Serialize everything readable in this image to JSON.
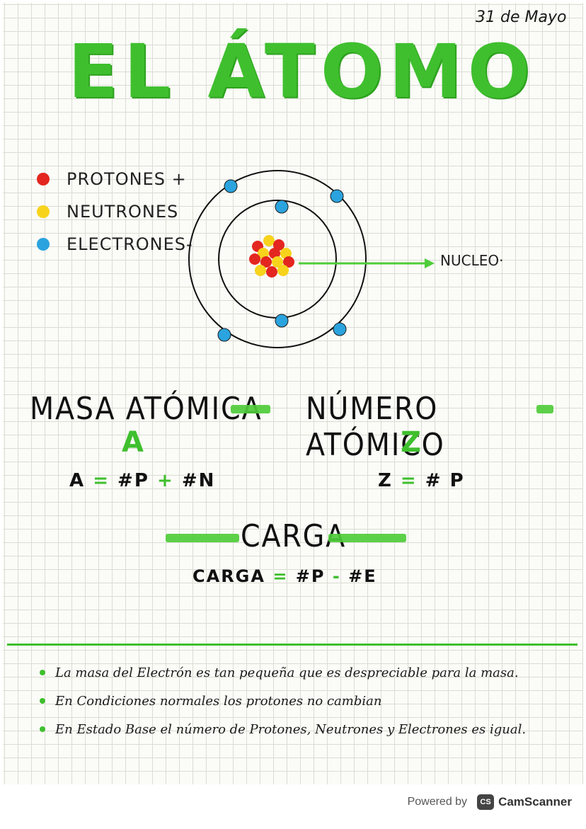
{
  "date": "31 de Mayo",
  "title": "EL ÁTOMO",
  "legend": [
    {
      "label": "PROTONES +",
      "color": "#e3261f"
    },
    {
      "label": "NEUTRONES",
      "color": "#f7d31c"
    },
    {
      "label": "ELECTRONES-",
      "color": "#2aa3de"
    }
  ],
  "nucleus_label": "NUCLEO·",
  "masa": {
    "heading": "MASA ATÓMICA",
    "symbol": "A",
    "lhs": "A",
    "eq": "=",
    "p": "#P",
    "plus": "+",
    "n": "#N"
  },
  "numero": {
    "heading": "NÚMERO ATÓMICO",
    "symbol": "Z",
    "lhs": "Z",
    "eq": "=",
    "p": "# P"
  },
  "carga": {
    "heading": "CARGA",
    "lhs": "CARGA",
    "eq": "=",
    "p": "#P",
    "minus": "-",
    "e": "#E"
  },
  "notes": [
    "La masa del Electrón es tan pequeña que es despreciable para la masa.",
    "En Condiciones normales los protones no cambian",
    "En Estado Base el número de Protones, Neutrones y Electrones es igual."
  ],
  "footer": {
    "powered": "Powered by",
    "logo": "CS",
    "brand": "CamScanner"
  },
  "colors": {
    "accent": "#3fbf2e",
    "proton": "#e3261f",
    "neutron": "#f7d31c",
    "electron": "#2aa3de"
  }
}
